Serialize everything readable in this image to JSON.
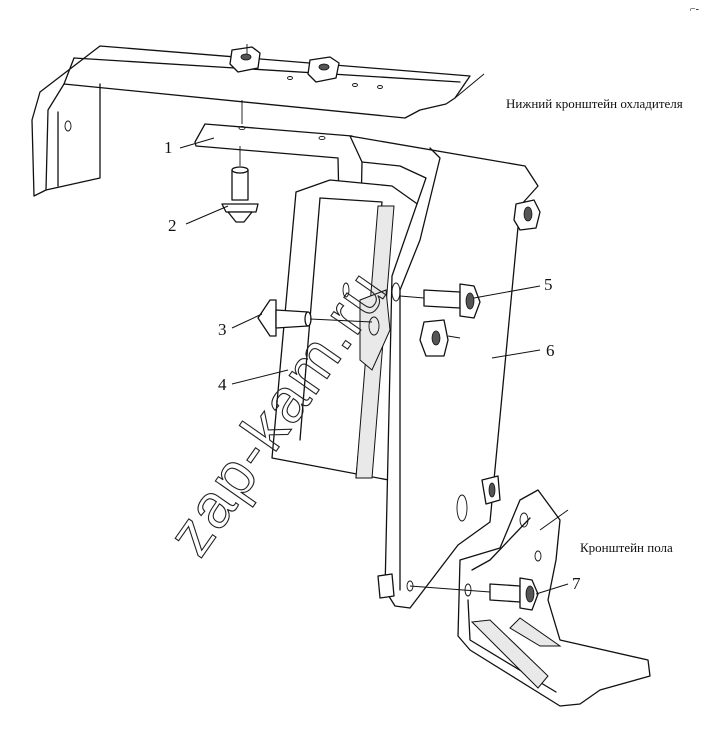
{
  "labels": {
    "cooler_bracket": "Нижний кронштейн охладителя",
    "floor_bracket": "Кронштейн пола",
    "part_1": "1",
    "part_2": "2",
    "part_3": "3",
    "part_4": "4",
    "part_5": "5",
    "part_6": "6",
    "part_7": "7"
  },
  "watermark": "zap-kam.ru",
  "corner_mark": "⌐-"
}
